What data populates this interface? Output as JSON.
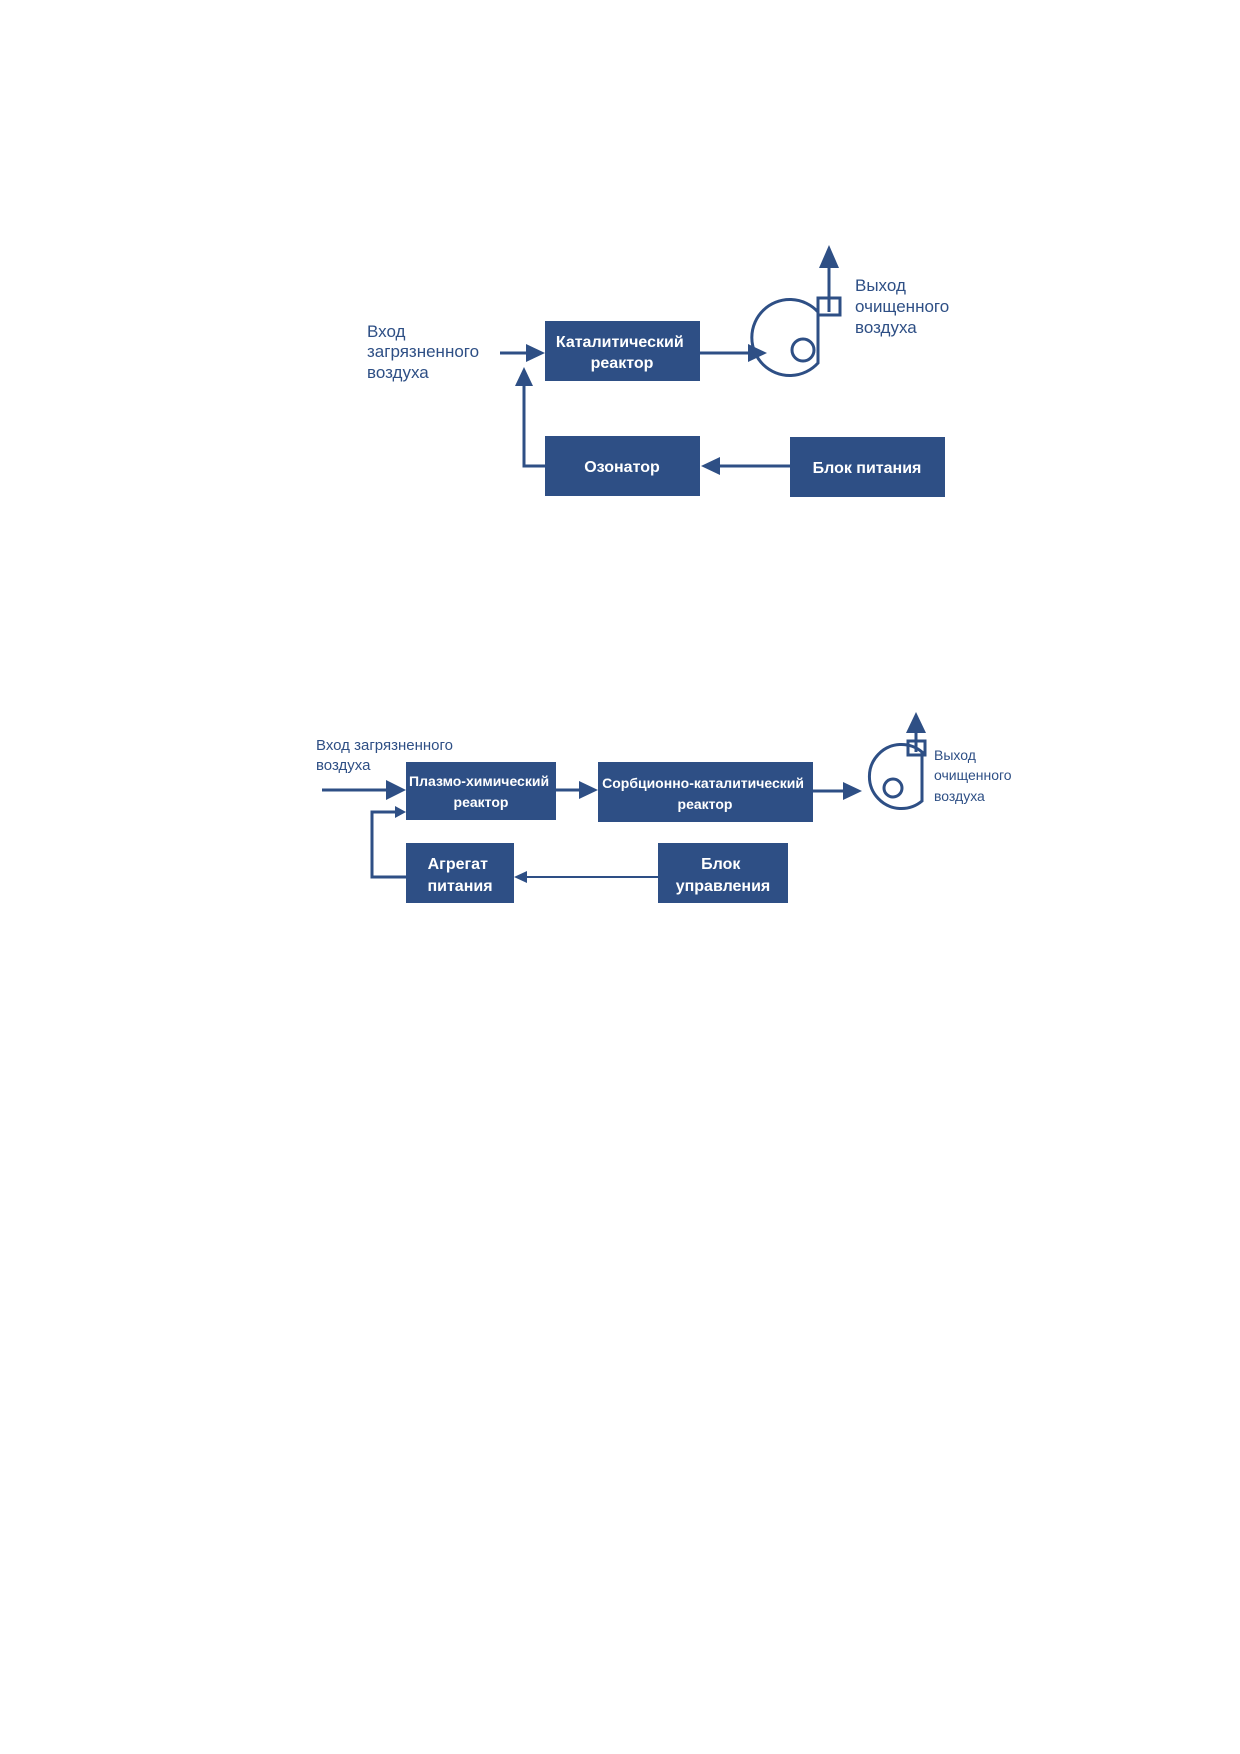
{
  "diagram1": {
    "input_label": [
      "Вход",
      "загрязненного",
      "воздуха"
    ],
    "output_label": [
      "Выход",
      "очищенного",
      "воздуха"
    ],
    "reactor": [
      "Каталитический",
      "реактор"
    ],
    "ozonator": "Озонатор",
    "power_supply": "Блок питания"
  },
  "diagram2": {
    "input_label": [
      "Вход загрязненного",
      "воздуха"
    ],
    "output_label": [
      "Выход",
      "очищенного",
      "воздуха"
    ],
    "plasma_reactor": [
      "Плазмо-химический",
      "реактор"
    ],
    "sorption_reactor": [
      "Сорбционно-каталитический",
      "реактор"
    ],
    "power_unit": [
      "Агрегат",
      "питания"
    ],
    "control_unit": [
      "Блок",
      "управления"
    ]
  },
  "colors": {
    "box": "#2e4f85",
    "text_on_box": "#ffffff",
    "line": "#2e4f85"
  },
  "icons": [
    "fan-icon",
    "arrow-icon"
  ]
}
